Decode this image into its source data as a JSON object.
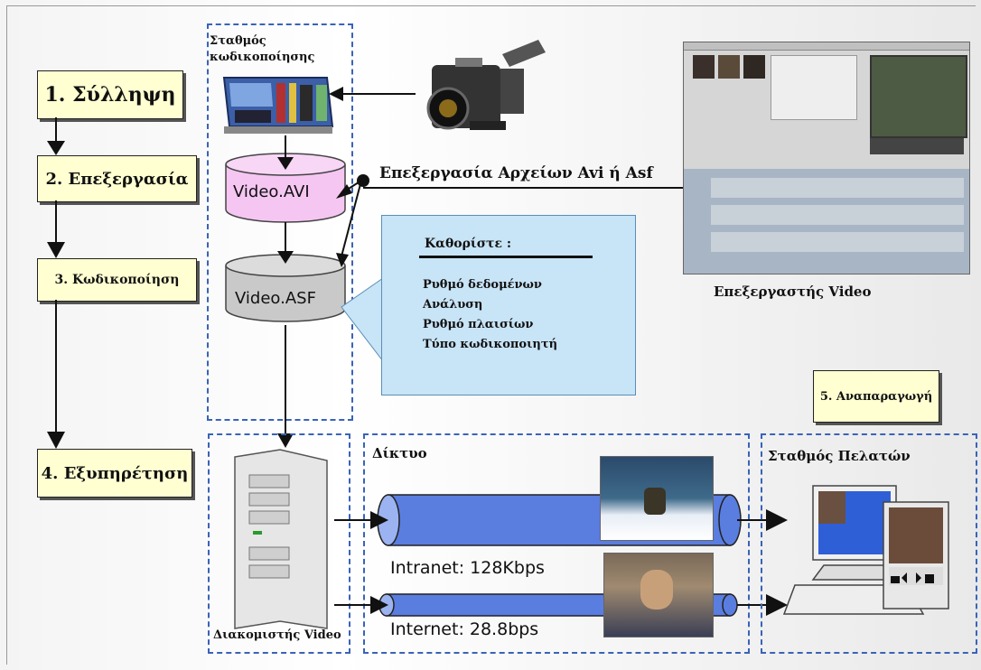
{
  "left_steps": [
    {
      "label": "1. Σύλληψη"
    },
    {
      "label": "2. Επεξεργασία"
    },
    {
      "label": "3. Κωδικοποίηση"
    },
    {
      "label": "4. Εξυπηρέτηση"
    }
  ],
  "playback_step": {
    "label": "5. Αναπαραγωγή"
  },
  "encoding_station": {
    "title_line1": "Σταθμός",
    "title_line2": "κωδικοποίησης"
  },
  "video_avi": {
    "label": "Video.AVI"
  },
  "video_asf": {
    "label": "Video.ASF"
  },
  "edit_label": "Επεξεργασία Αρχείων Avi ή Asf",
  "callout": {
    "heading": "Καθορίστε :",
    "items": [
      "Ρυθμό δεδομένων",
      "Ανάλυση",
      "Ρυθμό πλαισίων",
      "Τύπο κωδικοποιητή"
    ]
  },
  "video_editor_label": "Επεξεργαστής Video",
  "network": {
    "title": "Δίκτυο",
    "intranet": "Intranet: 128Kbps",
    "internet": "Internet: 28.8bps"
  },
  "server_label": "Διακομιστής Video",
  "client_label": "Σταθμός Πελατών"
}
